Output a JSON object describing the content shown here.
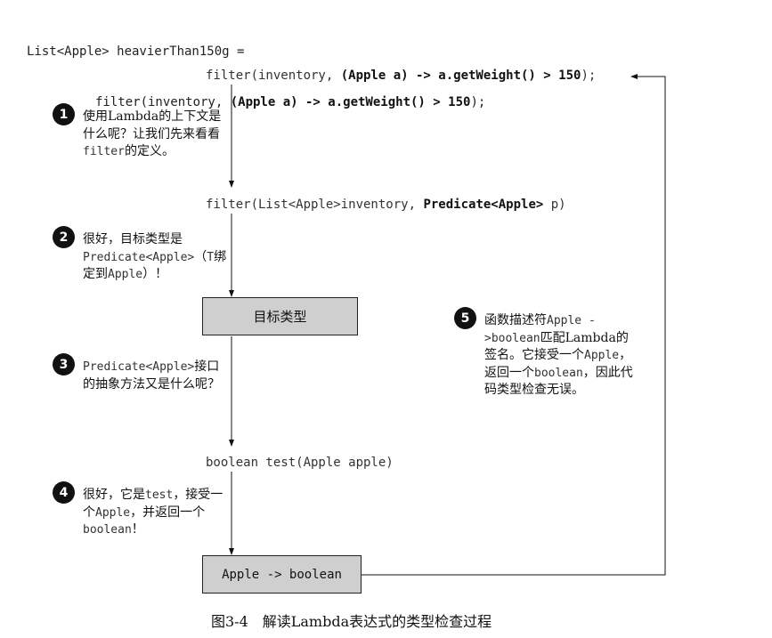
{
  "code_top": {
    "line1": "List<Apple> heavierThan150g =",
    "line2_prefix": "filter(inventory, ",
    "line2_bold": "(Apple a) -> a.getWeight() > 150",
    "line2_suffix": ");"
  },
  "code_filter_call": {
    "prefix": "filter(inventory, ",
    "bold": "(Apple a) -> a.getWeight() > 150",
    "suffix": ");"
  },
  "code_filter_decl": {
    "prefix": "filter(List<Apple>inventory, ",
    "bold": "Predicate<Apple>",
    "suffix": " p)"
  },
  "target_type_box": "目标类型",
  "code_test": "boolean test(Apple apple)",
  "result_box": "Apple -> boolean",
  "steps": [
    {
      "num": "1",
      "parts": [
        "使用Lambda的上下文是什么呢？让我们先来看看",
        "filter",
        "的定义。"
      ]
    },
    {
      "num": "2",
      "parts": [
        "很好，目标类型是",
        "Predicate<Apple>",
        "（",
        "T",
        "绑定到",
        "Apple",
        "）！"
      ]
    },
    {
      "num": "3",
      "parts": [
        "Predicate<Apple>",
        "接口的抽象方法又是什么呢？"
      ]
    },
    {
      "num": "4",
      "parts": [
        "很好，它是",
        "test",
        "，接受一个",
        "Apple",
        "，并返回一个",
        "boolean",
        "！"
      ]
    },
    {
      "num": "5",
      "parts": [
        "函数描述符",
        "Apple ->boolean",
        "匹配Lambda的签名。它接受一个",
        "Apple",
        "，返回一个",
        "boolean",
        "，因此代码类型检查无误。"
      ]
    }
  ],
  "caption": "图3-4　解读Lambda表达式的类型检查过程"
}
